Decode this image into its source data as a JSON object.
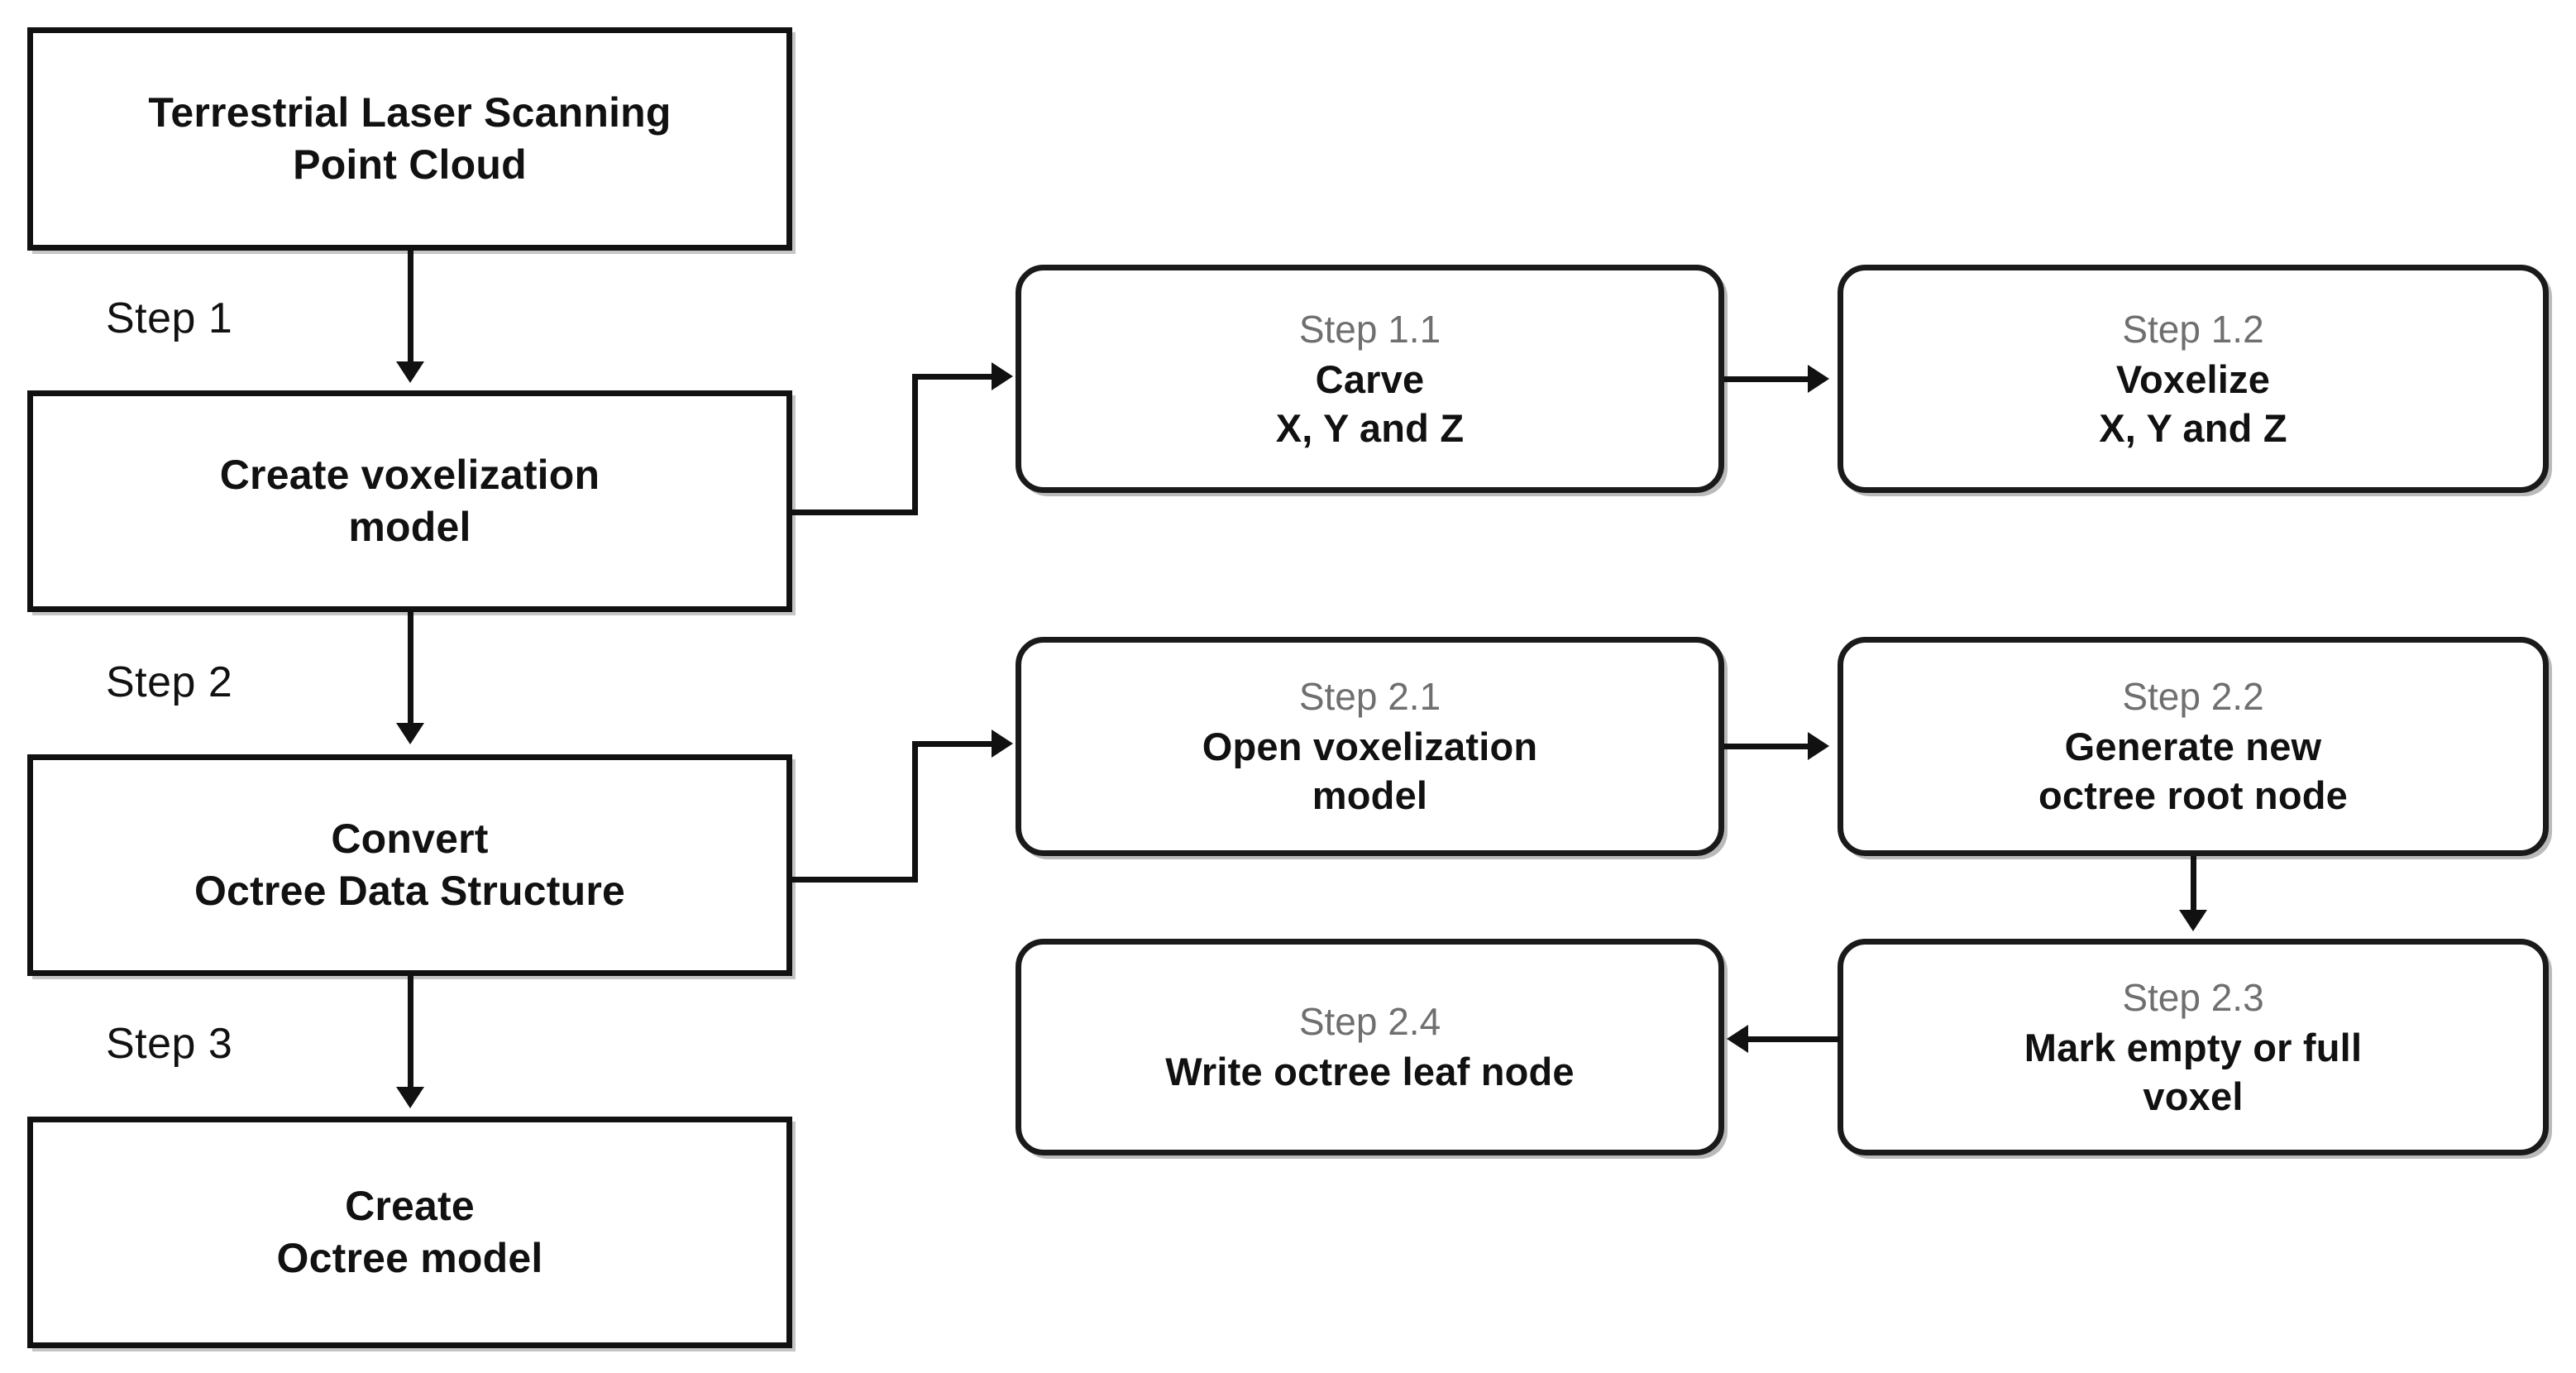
{
  "diagram": {
    "title": "Terrestrial Laser Scanning point cloud to octree model workflow",
    "colors": {
      "background": "#ffffff",
      "stroke": "#111111",
      "text": "#111111",
      "caption_text": "#6f6f6f",
      "shadow": "#9a9a9a"
    }
  },
  "main_flow": {
    "nodes": [
      {
        "id": "tls-point-cloud",
        "shape": "rectangle",
        "lines": [
          "Terrestrial  Laser  Scanning",
          "Point  Cloud"
        ]
      },
      {
        "id": "create-voxelization-model",
        "shape": "rectangle",
        "lines": [
          "Create voxelization",
          "model"
        ]
      },
      {
        "id": "convert-octree-data-structure",
        "shape": "rectangle",
        "lines": [
          "Convert",
          "Octree Data Structure"
        ]
      },
      {
        "id": "create-octree-model",
        "shape": "rectangle",
        "lines": [
          "Create",
          "Octree model"
        ]
      }
    ],
    "step_labels": [
      {
        "id": "step-1",
        "text": "Step 1"
      },
      {
        "id": "step-2",
        "text": "Step 2"
      },
      {
        "id": "step-3",
        "text": "Step 3"
      }
    ]
  },
  "substeps": {
    "group_1": [
      {
        "id": "step-1-1",
        "shape": "rounded-rectangle",
        "caption": "Step 1.1",
        "lines": [
          "Carve",
          "X, Y and Z"
        ]
      },
      {
        "id": "step-1-2",
        "shape": "rounded-rectangle",
        "caption": "Step 1.2",
        "lines": [
          "Voxelize",
          "X, Y and Z"
        ]
      }
    ],
    "group_2": [
      {
        "id": "step-2-1",
        "shape": "rounded-rectangle",
        "caption": "Step 2.1",
        "lines": [
          "Open voxelization",
          "model"
        ]
      },
      {
        "id": "step-2-2",
        "shape": "rounded-rectangle",
        "caption": "Step 2.2",
        "lines": [
          "Generate new",
          "octree root node"
        ]
      },
      {
        "id": "step-2-3",
        "shape": "rounded-rectangle",
        "caption": "Step 2.3",
        "lines": [
          "Mark empty or full",
          "voxel"
        ]
      },
      {
        "id": "step-2-4",
        "shape": "rounded-rectangle",
        "caption": "Step 2.4",
        "lines": [
          "Write octree leaf node"
        ]
      }
    ]
  },
  "connectors": [
    {
      "id": "tls-to-create-voxelization",
      "from": "tls-point-cloud",
      "to": "create-voxelization-model",
      "direction": "down",
      "label": "Step 1"
    },
    {
      "id": "create-voxelization-to-convert",
      "from": "create-voxelization-model",
      "to": "convert-octree-data-structure",
      "direction": "down",
      "label": "Step 2"
    },
    {
      "id": "convert-to-create-octree",
      "from": "convert-octree-data-structure",
      "to": "create-octree-model",
      "direction": "down",
      "label": "Step 3"
    },
    {
      "id": "create-voxelization-to-step-1-1",
      "from": "create-voxelization-model",
      "to": "step-1-1",
      "direction": "elbow-right-up",
      "label": ""
    },
    {
      "id": "step-1-1-to-step-1-2",
      "from": "step-1-1",
      "to": "step-1-2",
      "direction": "right",
      "label": ""
    },
    {
      "id": "convert-to-step-2-1",
      "from": "convert-octree-data-structure",
      "to": "step-2-1",
      "direction": "elbow-right-up",
      "label": ""
    },
    {
      "id": "step-2-1-to-step-2-2",
      "from": "step-2-1",
      "to": "step-2-2",
      "direction": "right",
      "label": ""
    },
    {
      "id": "step-2-2-to-step-2-3",
      "from": "step-2-2",
      "to": "step-2-3",
      "direction": "down",
      "label": ""
    },
    {
      "id": "step-2-3-to-step-2-4",
      "from": "step-2-3",
      "to": "step-2-4",
      "direction": "left",
      "label": ""
    }
  ]
}
